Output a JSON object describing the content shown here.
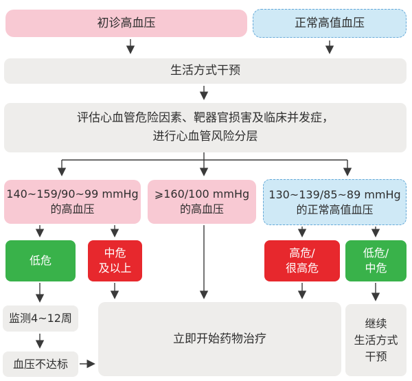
{
  "colors": {
    "pink_fill": "#f8c9d3",
    "blue_fill": "#cfe9f6",
    "blue_border": "#64a8d8",
    "gray_fill": "#eeedeb",
    "green_fill": "#39b24a",
    "red_fill": "#e7282d",
    "text_dark": "#2e2e2e",
    "text_white": "#ffffff",
    "arrow": "#3a3a3a"
  },
  "nodes": {
    "initial_hypertension": {
      "label": "初诊高血压"
    },
    "high_normal_bp": {
      "label": "正常高值血压"
    },
    "lifestyle_intervention": {
      "label": "生活方式干预"
    },
    "risk_assessment": {
      "line1": "评估心血管危险因素、靶器官损害及临床并发症，",
      "line2": "进行心血管风险分层"
    },
    "branch_grade1": {
      "line1": "140~159/90~99 mmHg",
      "line2": "的高血压"
    },
    "branch_grade2": {
      "line1": "⩾160/100 mmHg",
      "line2": "的高血压"
    },
    "branch_high_normal": {
      "line1": "130~139/85~89 mmHg",
      "line2": "的正常高值血压"
    },
    "risk_low": {
      "label": "低危"
    },
    "risk_mid_plus": {
      "line1": "中危",
      "line2": "及以上"
    },
    "risk_high": {
      "line1": "高危/",
      "line2": "很高危"
    },
    "risk_low_mid": {
      "line1": "低危/",
      "line2": "中危"
    },
    "monitor": {
      "label": "监测4~12周"
    },
    "bp_not_target": {
      "label": "血压不达标"
    },
    "start_medication": {
      "label": "立即开始药物治疗"
    },
    "continue_lifestyle": {
      "line1": "继续",
      "line2": "生活方式",
      "line3": "干预"
    }
  }
}
